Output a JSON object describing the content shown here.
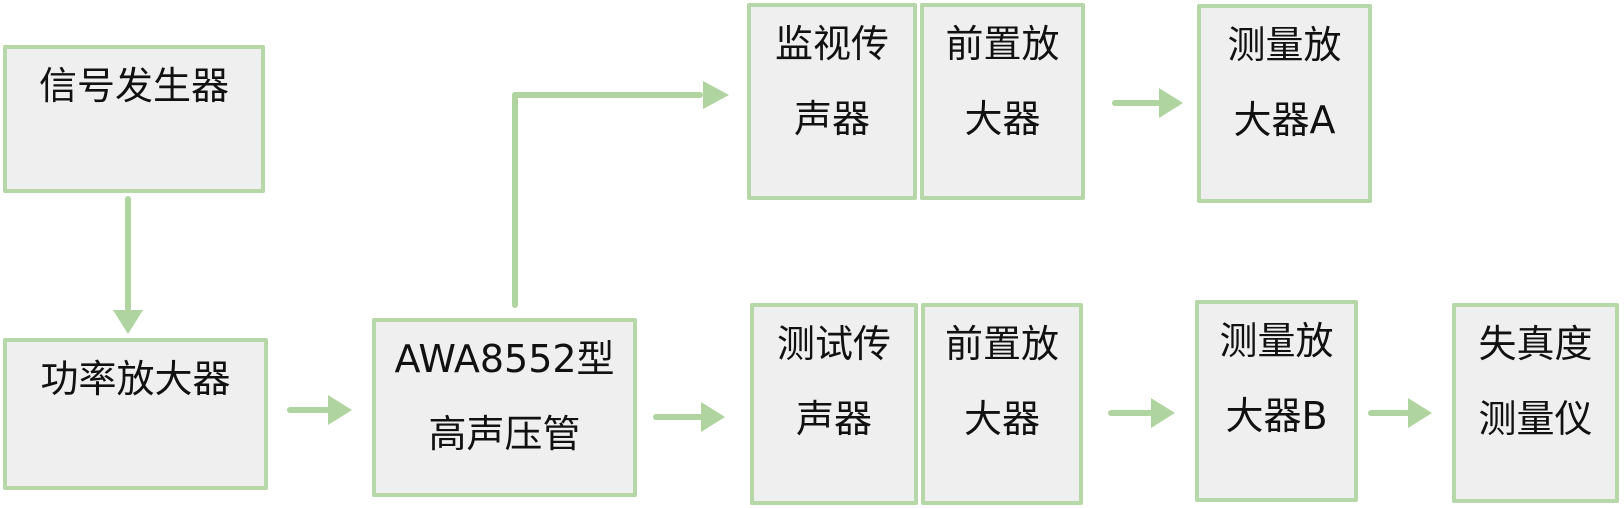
{
  "diagram": {
    "type": "flowchart",
    "description": "Acoustic distortion measurement setup block diagram",
    "colors": {
      "background": "#ffffff",
      "box_fill": "#efefef",
      "box_border": "#b6d7a8",
      "arrow": "#afd49f",
      "text": "#111111"
    },
    "boxes": [
      {
        "name": "signal-generator",
        "line1": "信号发生器"
      },
      {
        "name": "power-amplifier",
        "line1": "功率放大器"
      },
      {
        "name": "awa8552-high-sound-pressure-tube",
        "line1": "AWA8552型",
        "line2": "高声压管"
      },
      {
        "name": "monitor-microphone",
        "line1": "监视传",
        "line2": "声器"
      },
      {
        "name": "preamplifier-top",
        "line1": "前置放",
        "line2": "大器"
      },
      {
        "name": "measuring-amplifier-a",
        "line1": "测量放",
        "line2": "大器A"
      },
      {
        "name": "test-microphone",
        "line1": "测试传",
        "line2": "声器"
      },
      {
        "name": "preamplifier-bottom",
        "line1": "前置放",
        "line2": "大器"
      },
      {
        "name": "measuring-amplifier-b",
        "line1": "测量放",
        "line2": "大器B"
      },
      {
        "name": "distortion-meter",
        "line1": "失真度",
        "line2": "测量仪"
      }
    ],
    "connections": [
      {
        "from": "signal-generator",
        "to": "power-amplifier",
        "shape": "straight-down"
      },
      {
        "from": "power-amplifier",
        "to": "awa8552-high-sound-pressure-tube",
        "shape": "straight-right"
      },
      {
        "from": "awa8552-high-sound-pressure-tube",
        "to": "monitor-microphone",
        "shape": "elbow-up-right"
      },
      {
        "from": "awa8552-high-sound-pressure-tube",
        "to": "test-microphone",
        "shape": "straight-right"
      },
      {
        "from": "preamplifier-top",
        "to": "measuring-amplifier-a",
        "shape": "straight-right"
      },
      {
        "from": "preamplifier-bottom",
        "to": "measuring-amplifier-b",
        "shape": "straight-right"
      },
      {
        "from": "measuring-amplifier-b",
        "to": "distortion-meter",
        "shape": "straight-right"
      }
    ]
  }
}
